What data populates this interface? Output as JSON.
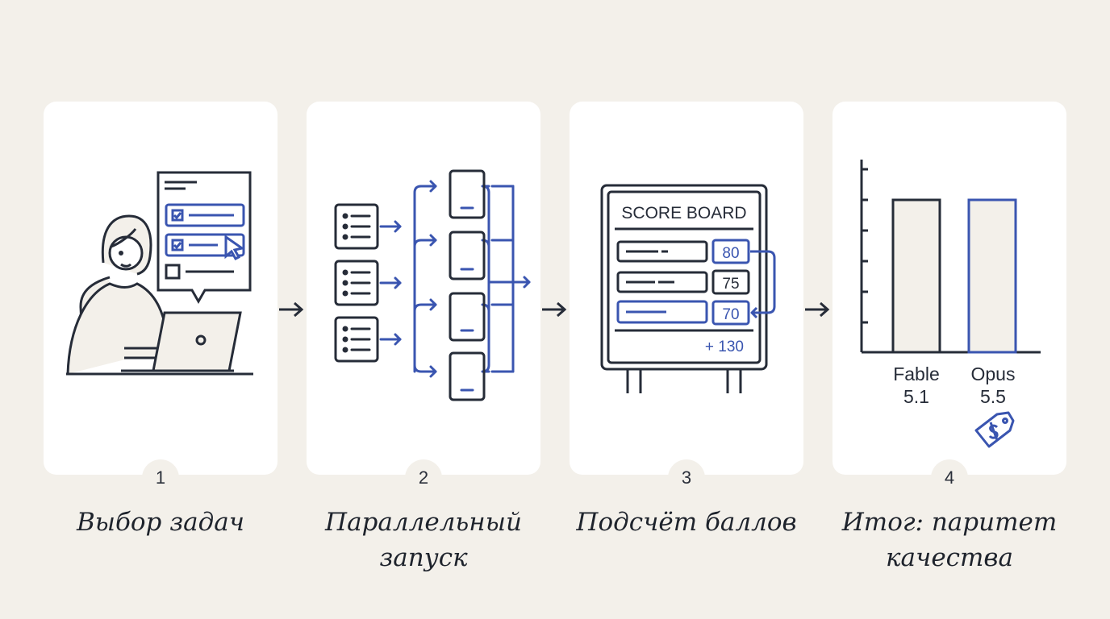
{
  "steps": [
    {
      "number": "1",
      "caption": "Выбор задач"
    },
    {
      "number": "2",
      "caption": "Параллельный запуск"
    },
    {
      "number": "3",
      "caption": "Подсчёт баллов"
    },
    {
      "number": "4",
      "caption": "Итог: паритет качества"
    }
  ],
  "scoreboard": {
    "title": "SCORE BOARD",
    "scores": [
      "80",
      "75",
      "70"
    ],
    "total": "+ 130"
  },
  "comparison": {
    "bars": [
      {
        "name": "Fable",
        "version": "5.1"
      },
      {
        "name": "Opus",
        "version": "5.5"
      }
    ]
  },
  "colors": {
    "ink": "#262c38",
    "accent": "#3a55b0",
    "background": "#f3f0ea"
  }
}
